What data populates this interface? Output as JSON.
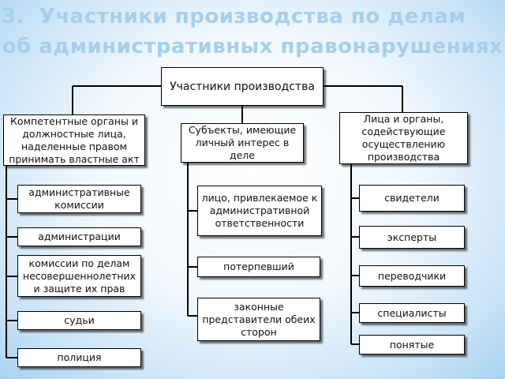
{
  "title": {
    "number": "3.",
    "line1": "Участники производства по делам",
    "line2": "об административных правонарушениях"
  },
  "root": "Участники производства",
  "groups": [
    {
      "label": "Компетентные органы и должностные лица, наделенные правом принимать властные акт",
      "items": [
        "административные комиссии",
        "администрации",
        "комиссии по делам несовершеннолетних и защите их прав",
        "судьи",
        "полиция"
      ]
    },
    {
      "label": "Субъекты, имеющие личный интерес в деле",
      "items": [
        "лицо, привлекаемое к административной ответственности",
        "потерпевший",
        "законные представители обеих сторон"
      ]
    },
    {
      "label": "Лица и органы, содействующие осуществлению производства",
      "items": [
        "свидетели",
        "эксперты",
        "переводчики",
        "специалисты",
        "понятые"
      ]
    }
  ]
}
